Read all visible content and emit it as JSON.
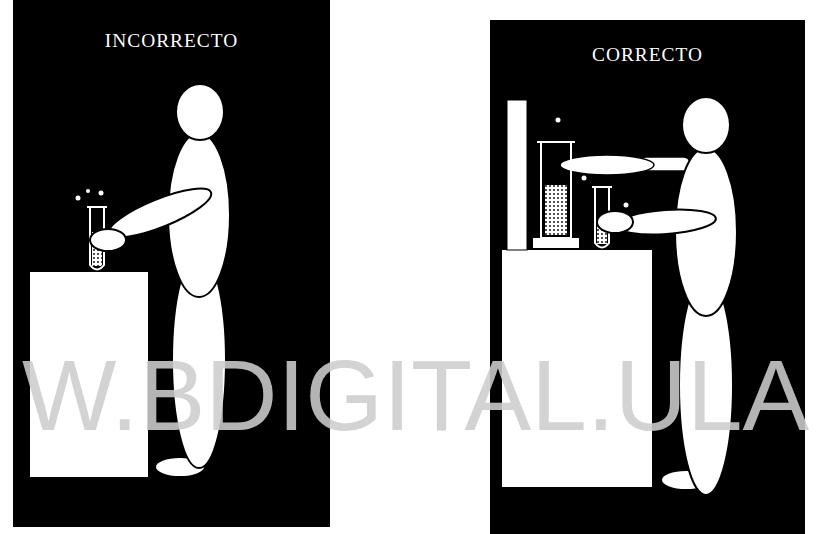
{
  "diagram": {
    "nodes": [
      {
        "text": [
          "INCORRECTO"
        ]
      },
      {
        "text": [
          "CORRECTO"
        ]
      }
    ],
    "labels": [
      "W.BDIGITAL.ULA"
    ]
  }
}
